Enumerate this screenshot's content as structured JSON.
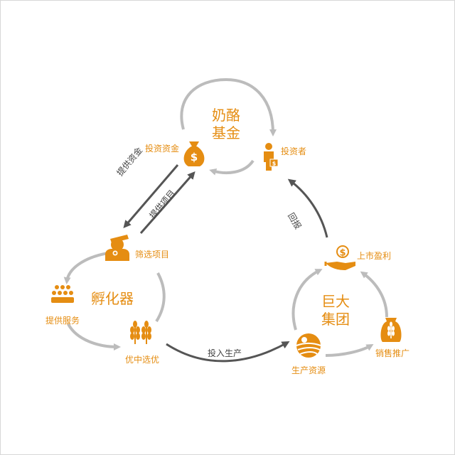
{
  "colors": {
    "accent": "#e58d12",
    "arrow_light": "#bcbcbc",
    "arrow_dark": "#555555",
    "text_dark": "#444444"
  },
  "fund": {
    "title_line1": "奶酪",
    "title_line2": "基金",
    "node_capital": {
      "label": "投资资金",
      "icon": "money-bag-icon"
    },
    "node_investor": {
      "label": "投资者",
      "icon": "investor-icon"
    }
  },
  "incubator": {
    "title": "孵化器",
    "node_screen": {
      "label": "筛选项目",
      "icon": "screening-hand-icon"
    },
    "node_service": {
      "label": "提供服务",
      "icon": "service-hands-icon"
    },
    "node_select": {
      "label": "优中选优",
      "icon": "wheat-icon"
    }
  },
  "group": {
    "title_line1": "巨大",
    "title_line2": "集团",
    "node_profit": {
      "label": "上市盈利",
      "icon": "hand-money-icon"
    },
    "node_resource": {
      "label": "生产资源",
      "icon": "field-icon"
    },
    "node_sales": {
      "label": "销售推广",
      "icon": "grain-sack-icon"
    }
  },
  "flows": {
    "provide_capital": "提供资金",
    "provide_project": "提供项目",
    "return": "回报",
    "invest_production": "投入生产"
  }
}
